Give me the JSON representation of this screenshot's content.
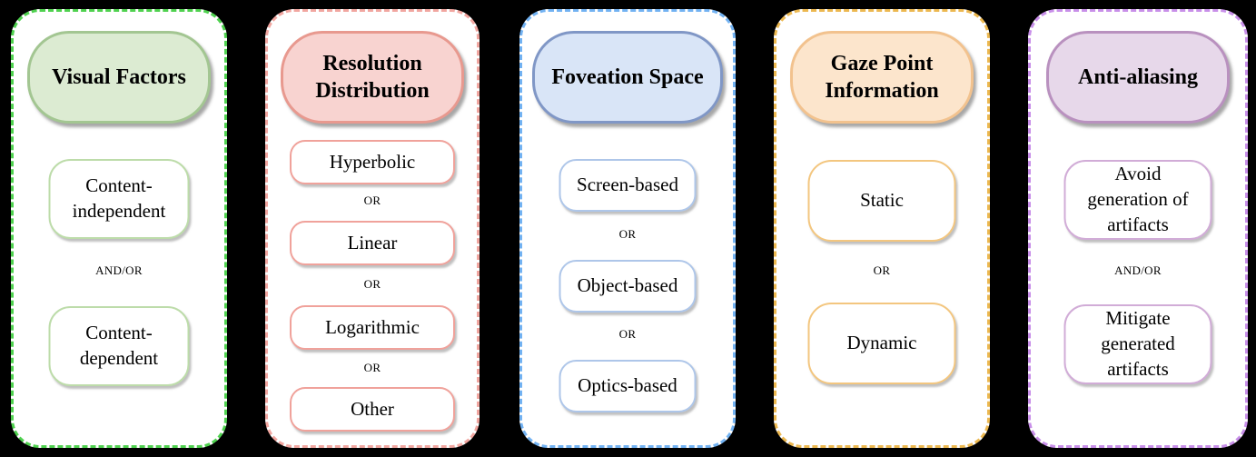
{
  "page": {
    "background": "#000000",
    "panel_background": "#ffffff",
    "text_color": "#000000"
  },
  "panels": [
    {
      "title": "Visual Factors",
      "connector": "AND/OR",
      "items": [
        {
          "label": "Content-\nindependent"
        },
        {
          "label": "Content-\ndependent"
        }
      ],
      "colors": {
        "dash": "#4fd14f",
        "header_fill": "#dcebd2",
        "header_border": "#a3c692",
        "item_border": "#bddcaa"
      }
    },
    {
      "title": "Resolution\nDistribution",
      "connector": "OR",
      "items": [
        {
          "label": "Hyperbolic"
        },
        {
          "label": "Linear"
        },
        {
          "label": "Logarithmic"
        },
        {
          "label": "Other"
        }
      ],
      "colors": {
        "dash": "#f1a6a0",
        "header_fill": "#f8d3d0",
        "header_border": "#e8998f",
        "item_border": "#f0a29b"
      }
    },
    {
      "title": "Foveation Space",
      "connector": "OR",
      "items": [
        {
          "label": "Screen-based"
        },
        {
          "label": "Object-based"
        },
        {
          "label": "Optics-based"
        }
      ],
      "colors": {
        "dash": "#72b2f2",
        "header_fill": "#d9e5f7",
        "header_border": "#8097c6",
        "item_border": "#aec6e9"
      }
    },
    {
      "title": "Gaze Point\nInformation",
      "connector": "OR",
      "items": [
        {
          "label": "Static"
        },
        {
          "label": "Dynamic"
        }
      ],
      "colors": {
        "dash": "#ecb850",
        "header_fill": "#fce5cc",
        "header_border": "#f2c28e",
        "item_border": "#f3c67f"
      }
    },
    {
      "title": "Anti-aliasing",
      "connector": "AND/OR",
      "items": [
        {
          "label": "Avoid\ngeneration of\nartifacts"
        },
        {
          "label": "Mitigate\ngenerated\nartifacts"
        }
      ],
      "colors": {
        "dash": "#c88fe9",
        "header_fill": "#e7d8ea",
        "header_border": "#b991bf",
        "item_border": "#d1acd7"
      }
    }
  ]
}
